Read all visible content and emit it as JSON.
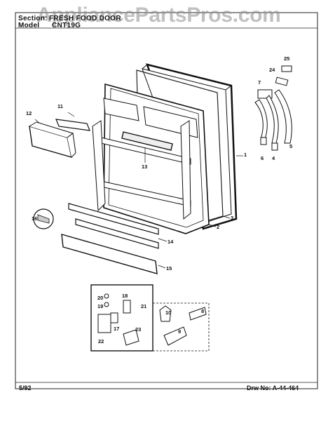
{
  "header": {
    "section_label": "Section:",
    "section_value": "FRESH FOOD DOOR",
    "model_label": "Model",
    "model_value": "CNT19G"
  },
  "watermark": "AppliancePartsPros.com",
  "footer": {
    "date": "5/92",
    "drawing_number": "Drw No: A-44-464"
  },
  "callouts": [
    "1",
    "2",
    "3",
    "4",
    "5",
    "6",
    "7",
    "8",
    "9",
    "10",
    "11",
    "12",
    "13",
    "14",
    "15",
    "16",
    "17",
    "18",
    "19",
    "20",
    "21",
    "22",
    "23",
    "24",
    "25"
  ]
}
